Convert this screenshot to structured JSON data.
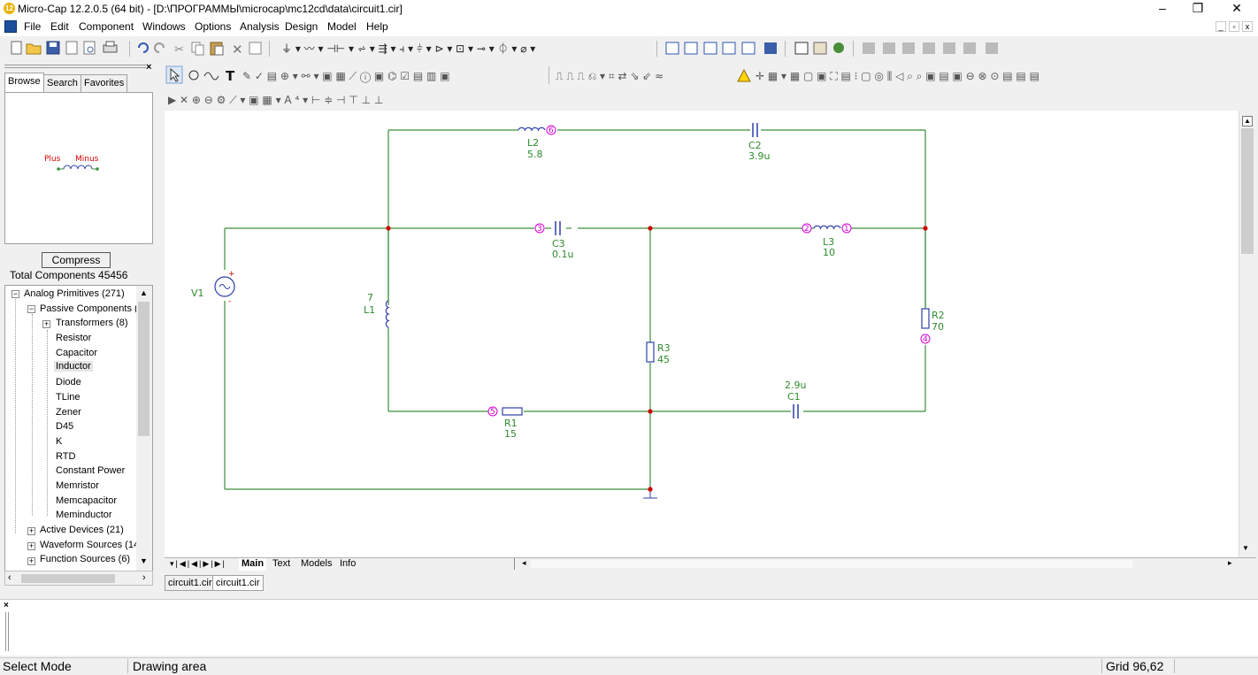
{
  "window": {
    "title": "Micro-Cap 12.2.0.5 (64 bit) - [D:\\ПРОГРАММЫ\\microcap\\mc12cd\\data\\circuit1.cir]",
    "app_badge": "12",
    "minimize": "–",
    "maximize": "❐",
    "close": "✕"
  },
  "menu": {
    "items": [
      "File",
      "Edit",
      "Component",
      "Windows",
      "Options",
      "Analysis",
      "Design",
      "Model",
      "Help"
    ],
    "mdi_minimize": "_",
    "mdi_restore": "▫",
    "mdi_close": "x"
  },
  "browser": {
    "tabs": [
      "Browse",
      "Search",
      "Favorites"
    ],
    "active_tab": "Browse",
    "preview": {
      "plus": "Plus",
      "minus": "Minus"
    },
    "compress_label": "Compress",
    "total_components": "Total Components 45456",
    "tree": [
      "Analog Primitives (271)",
      "Passive Components (",
      "Transformers (8)",
      "Resistor",
      "Capacitor",
      "Inductor",
      "Diode",
      "TLine",
      "Zener",
      "D45",
      "K",
      "RTD",
      "Constant Power",
      "Memristor",
      "Memcapacitor",
      "Meminductor",
      "Active Devices (21)",
      "Waveform Sources (14",
      "Function Sources (6)"
    ],
    "selected": "Inductor"
  },
  "circuit": {
    "components": [
      {
        "ref": "V1",
        "value": ""
      },
      {
        "ref": "L2",
        "value": "5.8"
      },
      {
        "ref": "C2",
        "value": "3.9u"
      },
      {
        "ref": "C3",
        "value": "0.1u"
      },
      {
        "ref": "L3",
        "value": "10"
      },
      {
        "ref": "L1",
        "value": "7"
      },
      {
        "ref": "R3",
        "value": "45"
      },
      {
        "ref": "R2",
        "value": "70"
      },
      {
        "ref": "C1",
        "value": "2.9u"
      },
      {
        "ref": "R1",
        "value": "15"
      }
    ],
    "nodes": [
      "1",
      "2",
      "3",
      "4",
      "5",
      "6"
    ],
    "pin_signs": {
      "plus": "+",
      "minus": "-"
    }
  },
  "sheet_tabs": [
    "Main",
    "Text",
    "Models",
    "Info"
  ],
  "active_sheet": "Main",
  "file_tabs": [
    "circuit1.cir",
    "circuit1.cir"
  ],
  "status": {
    "mode": "Select Mode",
    "area": "Drawing area",
    "grid": "Grid 96,62"
  },
  "colors": {
    "wire": "#3b8f3b",
    "component": "#2f3fa8",
    "node": "#d400d4",
    "junction": "#d00000",
    "label": "#2e8b2e",
    "preview_label": "#d00000"
  },
  "icons": [
    "new-icon",
    "open-icon",
    "save-icon",
    "print-icon",
    "undo-icon",
    "redo-icon",
    "cut-icon",
    "copy-icon",
    "paste-icon",
    "delete-icon",
    "select-icon",
    "pan-icon",
    "wire-icon",
    "text-icon",
    "zoom-in-icon",
    "zoom-out-icon"
  ]
}
